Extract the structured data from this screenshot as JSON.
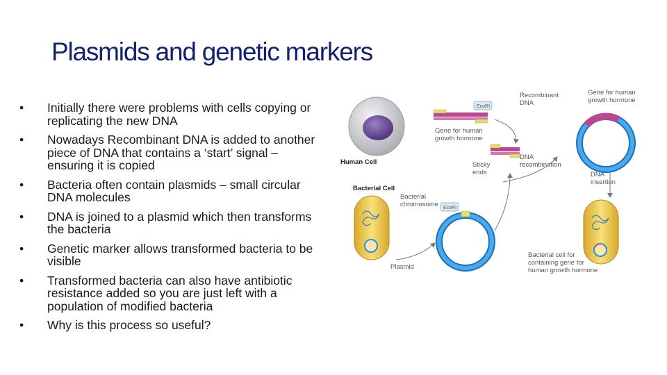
{
  "slide": {
    "title": "Plasmids and genetic markers",
    "bullets": [
      "Initially there were problems with cells copying or replicating the new DNA",
      "Nowadays Recombinant DNA is added to another piece of DNA that contains a ‘start’ signal – ensuring it is copied",
      "Bacteria often contain plasmids – small circular DNA molecules",
      "DNA is joined to a plasmid which then transforms the bacteria",
      "Genetic marker allows transformed bacteria to be visible",
      "Transformed bacteria can also have antibiotic resistance added so you are just left with a  population of modified bacteria",
      "Why is this process so useful?"
    ]
  },
  "diagram": {
    "labels": {
      "recombinant_dna_1": "Recombinant",
      "recombinant_dna_2": "DNA",
      "gene_growth_1": "Gene for human",
      "gene_growth_2": "growth hormone",
      "gene_growth_top_1": "Gene for human",
      "gene_growth_top_2": "growth hormone",
      "ecori_top": "EcoRI",
      "ecori_plasmid": "EcoRI",
      "human_cell": "Human Cell",
      "bacterial_cell": "Bacterial Cell",
      "sticky_ends_1": "Sticky",
      "sticky_ends_2": "ends",
      "dna_recombination_1": "DNA",
      "dna_recombination_2": "recombination",
      "dna_insertion_1": "DNA",
      "dna_insertion_2": "insertion",
      "bacterial_chromosome_1": "Bacterial",
      "bacterial_chromosome_2": "chromosome",
      "plasmid": "Plasmid",
      "bacterial_cell_for_1": "Bacterial cell for",
      "bacterial_cell_for_2": "containing gene for",
      "bacterial_cell_for_3": "human growth hormone"
    },
    "colors": {
      "plasmid_ring": "#2f8fd8",
      "insert_gene": "#b8488f",
      "sticky_end": "#e8e060",
      "bacteria_body": "#f0c84a",
      "human_cell": "#d9d9de",
      "nucleus": "#6b4a9c"
    }
  }
}
